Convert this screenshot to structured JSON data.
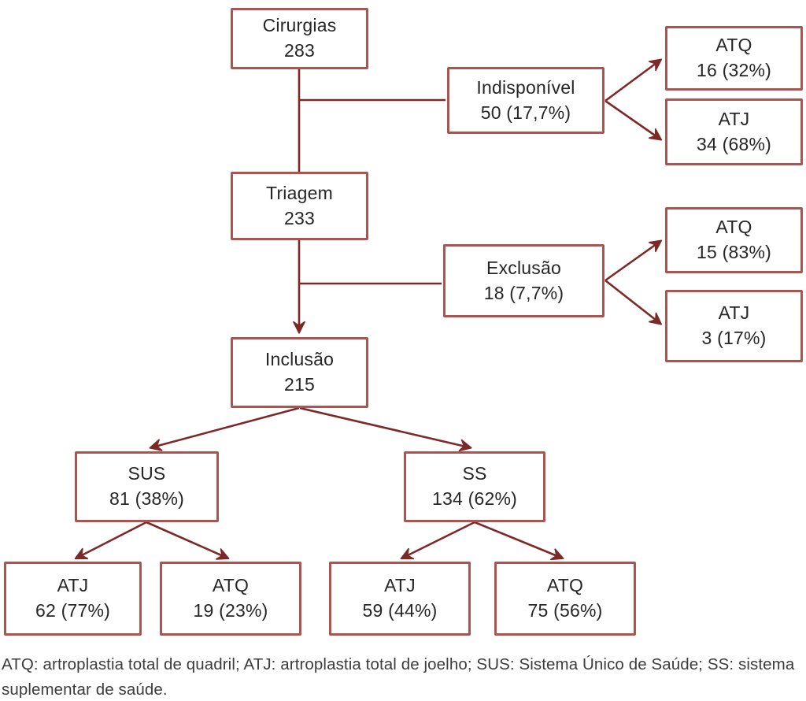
{
  "diagram": {
    "colors": {
      "box_border": "#ab5450",
      "connector": "#7c2a28",
      "text": "#262626"
    },
    "nodes": {
      "cirurgias": {
        "label": "Cirurgias",
        "value": "283"
      },
      "indisponivel": {
        "label": "Indisponível",
        "value": "50 (17,7%)"
      },
      "atq_indisp": {
        "label": "ATQ",
        "value": "16 (32%)"
      },
      "atj_indisp": {
        "label": "ATJ",
        "value": "34 (68%)"
      },
      "triagem": {
        "label": "Triagem",
        "value": "233"
      },
      "exclusao": {
        "label": "Exclusão",
        "value": "18 (7,7%)"
      },
      "atq_exclusao": {
        "label": "ATQ",
        "value": "15 (83%)"
      },
      "atj_exclusao": {
        "label": "ATJ",
        "value": "3 (17%)"
      },
      "inclusao": {
        "label": "Inclusão",
        "value": "215"
      },
      "sus": {
        "label": "SUS",
        "value": "81 (38%)"
      },
      "ss": {
        "label": "SS",
        "value": "134 (62%)"
      },
      "atj_sus": {
        "label": "ATJ",
        "value": "62 (77%)"
      },
      "atq_sus": {
        "label": "ATQ",
        "value": "19 (23%)"
      },
      "atj_ss": {
        "label": "ATJ",
        "value": "59 (44%)"
      },
      "atq_ss": {
        "label": "ATQ",
        "value": "75 (56%)"
      }
    },
    "caption": "ATQ: artroplastia total de quadril; ATJ: artroplastia total de joelho; SUS: Sistema Único de Saúde; SS: sistema suplementar de saúde."
  }
}
